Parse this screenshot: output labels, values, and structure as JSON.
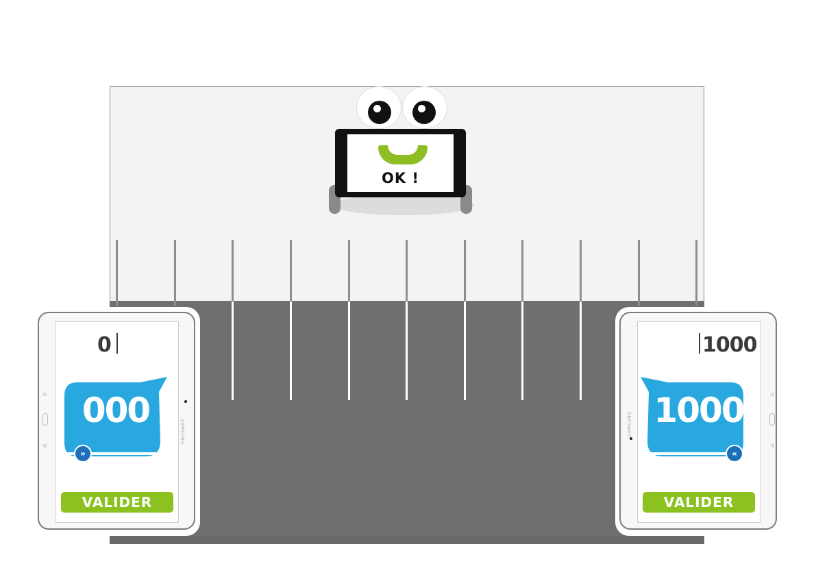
{
  "robot": {
    "status_text": "OK !",
    "mouth_color": "#8fbe24"
  },
  "scale": {
    "tick_count": 11
  },
  "left_tablet": {
    "brand": "SAMSUNG",
    "range_label": "0",
    "value": "000",
    "knob_icon": "fast-forward-icon",
    "knob_glyph": "»",
    "validate_label": "VALIDER"
  },
  "right_tablet": {
    "brand": "SAMSUNG",
    "range_label": "1000",
    "value": "1000",
    "knob_icon": "rewind-icon",
    "knob_glyph": "«",
    "validate_label": "VALIDER"
  },
  "colors": {
    "bubble": "#29a8e0",
    "knob": "#1c6fb8",
    "button": "#8cc21f",
    "board_light": "#f3f3f3",
    "board_dark": "#6f6f6f"
  }
}
